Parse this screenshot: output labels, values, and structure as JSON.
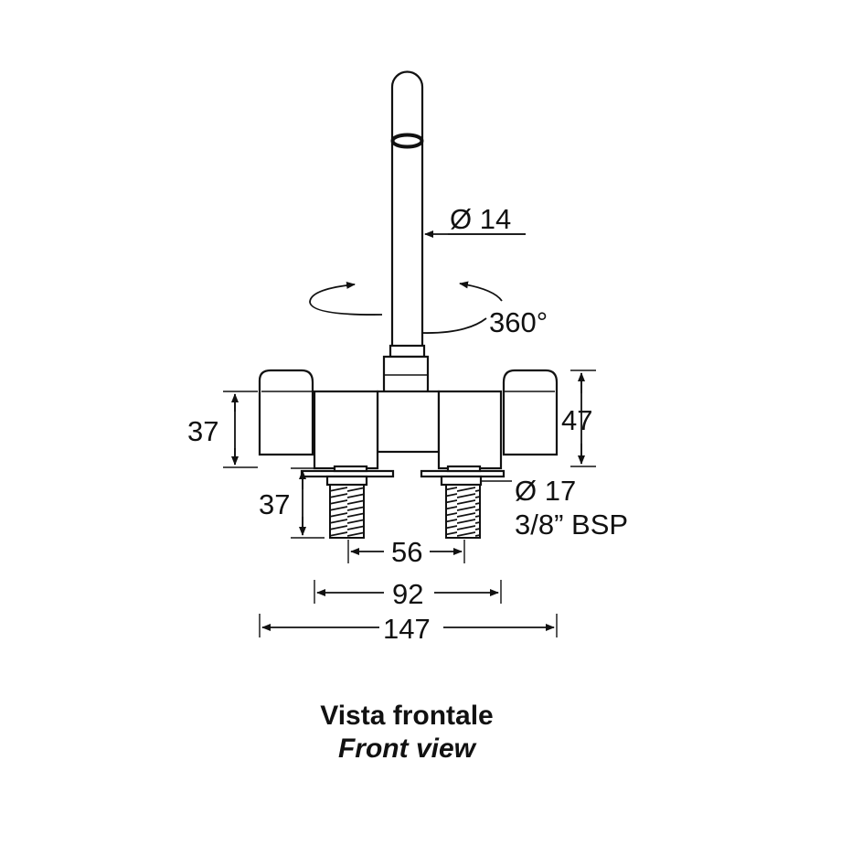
{
  "dimensions": {
    "spout_diameter": "Ø 14",
    "rotation": "360°",
    "handle_height": "37",
    "body_height": "47",
    "thread_length": "37",
    "thread_diameter": "Ø 17",
    "thread_spec": "3/8” BSP",
    "thread_spacing": "56",
    "body_width": "92",
    "overall_width": "147"
  },
  "caption": {
    "italian": "Vista frontale",
    "english": "Front view"
  }
}
